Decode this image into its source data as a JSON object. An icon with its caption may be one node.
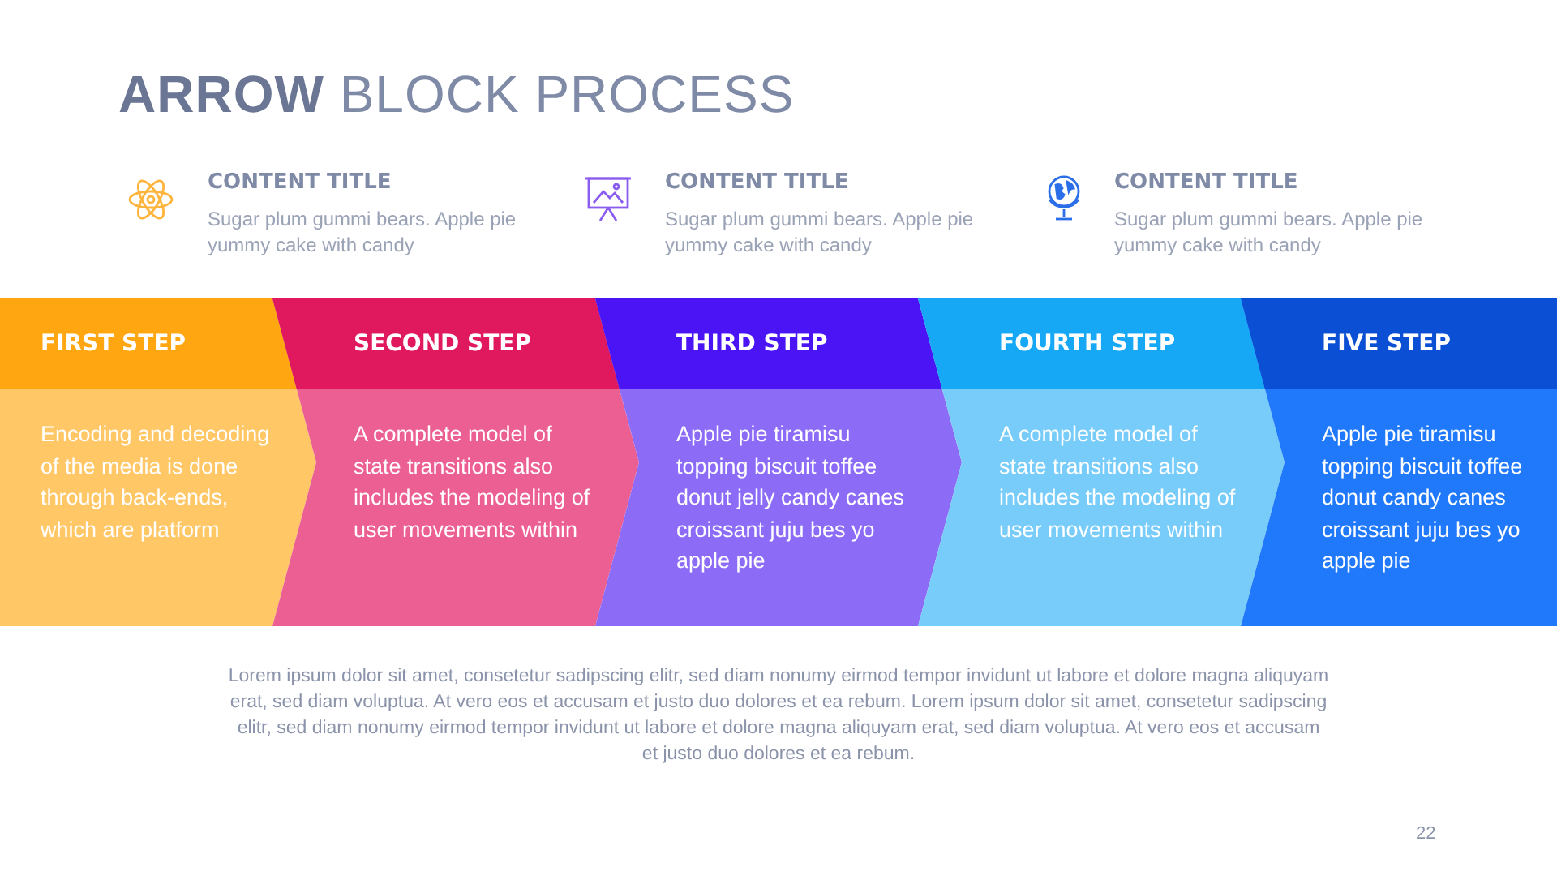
{
  "diagram": {
    "title": "**ARROW** BLOCK PROCESS",
    "nodes": [
      {
        "text": [
          "FIRST STEP",
          "Encoding and decoding of the media is done through back-ends, which are platform"
        ]
      },
      {
        "text": [
          "SECOND STEP",
          "A complete model of state transitions also includes the modeling of user movements within"
        ]
      },
      {
        "text": [
          "THIRD STEP",
          "Apple pie tiramisu topping biscuit toffee donut jelly candy canes croissant juju bes yo apple pie"
        ]
      },
      {
        "text": [
          "FOURTH STEP",
          "A complete model of state transitions also includes the modeling of user movements within"
        ]
      },
      {
        "text": [
          "FIVE STEP",
          "Apple pie tiramisu topping biscuit toffee donut candy canes croissant juju bes yo apple pie"
        ]
      }
    ],
    "labels": [
      "CONTENT TITLE",
      "Sugar plum gummi bears. Apple pie yummy cake with candy",
      "CONTENT TITLE",
      "Sugar plum gummi bears. Apple pie yummy cake with candy",
      "CONTENT TITLE",
      "Sugar plum gummi bears. Apple pie yummy cake with candy",
      "Lorem ipsum dolor sit amet, consetetur sadipscing elitr, sed diam nonumy eirmod tempor invidunt ut labore et dolore magna aliquyam erat, sed diam voluptua. At vero eos et accusam et justo duo dolores et ea rebum. Lorem ipsum dolor sit amet, consetetur sadipscing elitr, sed diam nonumy eirmod tempor invidunt ut labore et dolore magna aliquyam erat, sed diam voluptua. At vero eos et accusam et justo duo dolores et ea rebum.",
      "22"
    ]
  }
}
